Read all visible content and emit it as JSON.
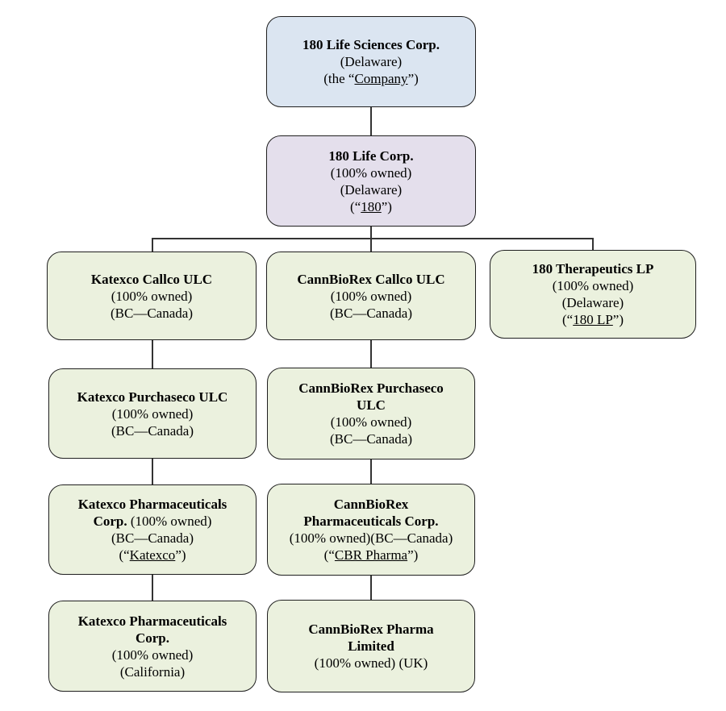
{
  "colors": {
    "parent_fill": "#dbe5f1",
    "intermediate_fill": "#e4dfec",
    "subsidiary_fill": "#ebf1de",
    "border": "#1f1f1f",
    "connector": "#333333"
  },
  "boxes": {
    "company": {
      "title": "180 Life Sciences Corp.",
      "line1": "(Delaware)",
      "alias_pre": "(the “",
      "alias_term": "Company",
      "alias_post": "”)"
    },
    "life180": {
      "title": "180 Life Corp.",
      "line1": "(100% owned)",
      "line2": "(Delaware)",
      "alias_pre": "(“",
      "alias_term": "180",
      "alias_post": "”)"
    },
    "katexco_callco": {
      "title": "Katexco Callco ULC",
      "line1": "(100% owned)",
      "line2": "(BC—Canada)"
    },
    "cannbiorex_callco": {
      "title": "CannBioRex Callco ULC",
      "line1": "(100% owned)",
      "line2": "(BC—Canada)"
    },
    "therapeutics": {
      "title": "180 Therapeutics LP",
      "line1": "(100% owned)",
      "line2": "(Delaware)",
      "alias_pre": "(“",
      "alias_term": "180 LP",
      "alias_post": "”)"
    },
    "katexco_purchaseco": {
      "title": "Katexco Purchaseco ULC",
      "line1": "(100% owned)",
      "line2": "(BC—Canada)"
    },
    "cannbiorex_purchaseco": {
      "title_l1": "CannBioRex Purchaseco",
      "title_l2": "ULC",
      "line1": "(100% owned)",
      "line2": "(BC—Canada)"
    },
    "katexco_pharma_bc": {
      "title_l1": "Katexco Pharmaceuticals",
      "title_l2_bold": "Corp.",
      "title_l2_rest": " (100% owned)",
      "line1": "(BC—Canada)",
      "alias_pre": "(“",
      "alias_term": "Katexco",
      "alias_post": "”)"
    },
    "cannbiorex_pharma_corp": {
      "title_l1": "CannBioRex",
      "title_l2": "Pharmaceuticals Corp.",
      "line1": "(100% owned)(BC—Canada)",
      "alias_pre": "(“",
      "alias_term": "CBR Pharma",
      "alias_post": "”)"
    },
    "katexco_pharma_ca": {
      "title_l1": "Katexco Pharmaceuticals",
      "title_l2": "Corp.",
      "line1": "(100% owned)",
      "line2": "(California)"
    },
    "cannbiorex_pharma_ltd": {
      "title_l1": "CannBioRex Pharma",
      "title_l2": "Limited",
      "line1": "(100% owned) (UK)"
    }
  }
}
